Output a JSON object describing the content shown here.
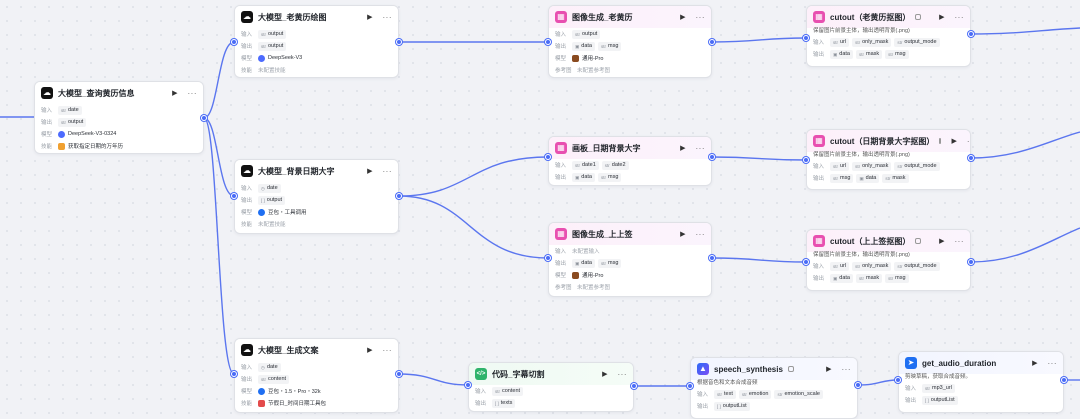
{
  "nodes": {
    "huangli": {
      "title": "大模型_查询黄历信息",
      "in_label": "输入",
      "in": "date",
      "out_label": "输出",
      "out": "output",
      "model_label": "模型",
      "model": "DeepSeek-V3-0324",
      "skill_label": "技能",
      "skill": "获取指定日期的万年历"
    },
    "laohuangli_img": {
      "title": "大模型_老黄历绘图",
      "in_label": "输入",
      "in": "output",
      "out_label": "输出",
      "out": "output",
      "model_label": "模型",
      "model": "DeepSeek-V3",
      "skill_label": "技能",
      "skill": "未配置技能"
    },
    "bg_date": {
      "title": "大模型_背景日期大字",
      "in_label": "输入",
      "in": "date",
      "out_label": "输出",
      "out": "output",
      "model_label": "模型",
      "model": "豆包・工具调用",
      "skill_label": "技能",
      "skill": "未配置技能"
    },
    "gen_copy": {
      "title": "大模型_生成文案",
      "in_label": "输入",
      "in": "date",
      "out_label": "输出",
      "out": "content",
      "model_label": "模型",
      "model": "豆包・1.5・Pro・32k",
      "skill_label": "技能",
      "skill": "节假日_时间日期工具包"
    },
    "img_laohuangli": {
      "title": "图像生成_老黄历",
      "in_label": "输入",
      "in": "output",
      "out_label": "输出",
      "out1": "data",
      "out2": "msg",
      "model_label": "模型",
      "model": "通用-Pro",
      "ref_label": "参考图",
      "ref": "未配置参考图"
    },
    "canvas_date": {
      "title": "画板_日期背景大字",
      "in_label": "输入",
      "in1": "date1",
      "in2": "date2",
      "out_label": "输出",
      "out1": "data",
      "out2": "msg"
    },
    "img_shangshang": {
      "title": "图像生成_上上签",
      "in_label": "输入",
      "in": "未配置输入",
      "out_label": "输出",
      "out1": "data",
      "out2": "msg",
      "model_label": "模型",
      "model": "通用-Pro",
      "ref_label": "参考图",
      "ref": "未配置参考图"
    },
    "code_split": {
      "title": "代码_字幕切割",
      "in_label": "输入",
      "in": "content",
      "out_label": "输出",
      "out": "texts"
    },
    "cutout1": {
      "title": "cutout（老黄历抠图）",
      "desc": "保留图片前景主体，输出透明背景(.png)",
      "in_label": "输入",
      "in1": "url",
      "in2": "only_mask",
      "in3": "output_mode",
      "out_label": "输出",
      "out1": "data",
      "out2": "mask",
      "out3": "msg"
    },
    "cutout2": {
      "title": "cutout（日期背景大字抠图）",
      "desc": "保留图片前景主体，输出透明背景(.png)",
      "in_label": "输入",
      "in1": "url",
      "in2": "only_mask",
      "in3": "output_mode",
      "out_label": "输出",
      "out1": "msg",
      "out2": "data",
      "out3": "mask"
    },
    "cutout3": {
      "title": "cutout（上上签抠图）",
      "desc": "保留图片前景主体，输出透明背景(.png)",
      "in_label": "输入",
      "in1": "url",
      "in2": "only_mask",
      "in3": "output_mode",
      "out_label": "输出",
      "out1": "data",
      "out2": "mask",
      "out3": "msg"
    },
    "speech": {
      "title": "speech_synthesis",
      "desc": "根据音色和文本合成音频",
      "in_label": "输入",
      "in1": "text",
      "in2": "emotion",
      "in3": "emotion_scale",
      "out_label": "输出",
      "out": "outputList"
    },
    "audio_dur": {
      "title": "get_audio_duration",
      "desc": "剪映草稿，获取合成音频。",
      "in_label": "输入",
      "in": "mp3_url",
      "out_label": "输出",
      "out": "outputList"
    }
  },
  "type_tags": {
    "str": "str",
    "img": "▣",
    "arr": "[ ]"
  },
  "icons": {
    "run": "▶",
    "more": "···",
    "llm": "☁",
    "image": "▦",
    "code": "</>",
    "plugin": "▲",
    "plugin2": "➤"
  },
  "colors": {
    "edge": "#5873ef",
    "canvas_bg": "#f1f2f6"
  }
}
